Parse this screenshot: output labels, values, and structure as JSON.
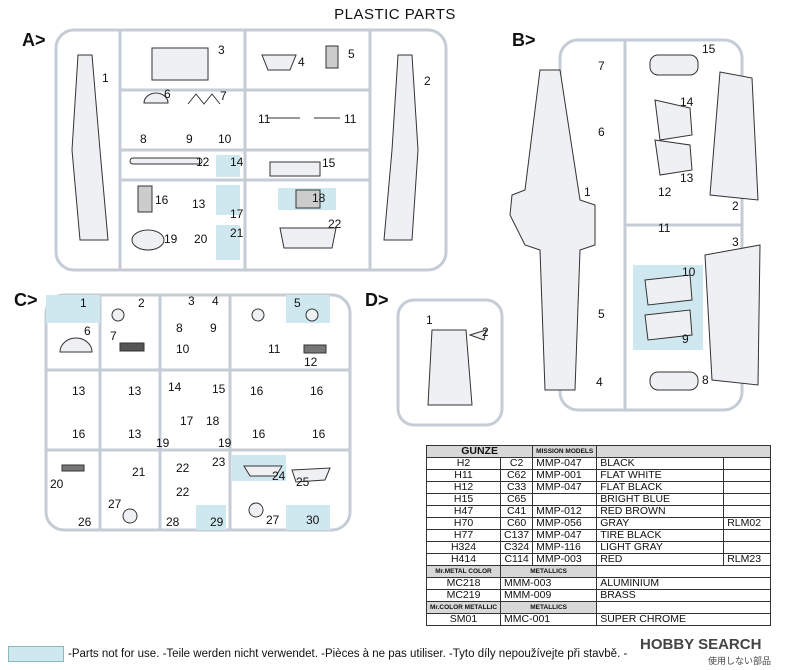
{
  "title": "PLASTIC PARTS",
  "sections": {
    "a": "A>",
    "b": "B>",
    "c": "C>",
    "d": "D>"
  },
  "sprue_a_labels": [
    "1",
    "3",
    "4",
    "5",
    "2",
    "6",
    "7",
    "11",
    "11",
    "8",
    "9",
    "10",
    "12",
    "14",
    "15",
    "16",
    "13",
    "17",
    "18",
    "19",
    "20",
    "21",
    "22"
  ],
  "sprue_b_labels": [
    "7",
    "15",
    "14",
    "6",
    "13",
    "1",
    "12",
    "2",
    "11",
    "3",
    "10",
    "5",
    "9",
    "4",
    "8"
  ],
  "sprue_c_labels": [
    "1",
    "2",
    "3",
    "4",
    "5",
    "6",
    "7",
    "8",
    "9",
    "10",
    "11",
    "12",
    "13",
    "13",
    "13",
    "14",
    "15",
    "16",
    "16",
    "17",
    "18",
    "19",
    "19",
    "16",
    "16",
    "16",
    "20",
    "21",
    "22",
    "23",
    "24",
    "25",
    "22",
    "27",
    "26",
    "28",
    "29",
    "27",
    "30"
  ],
  "sprue_d_labels": [
    "1",
    "2"
  ],
  "paint_table": {
    "headers": [
      "GUNZE",
      "MISSION MODELS"
    ],
    "rows": [
      [
        "H2",
        "C2",
        "MMP-047",
        "BLACK",
        ""
      ],
      [
        "H11",
        "C62",
        "MMP-001",
        "FLAT WHITE",
        ""
      ],
      [
        "H12",
        "C33",
        "MMP-047",
        "FLAT BLACK",
        ""
      ],
      [
        "H15",
        "C65",
        "",
        "BRIGHT BLUE",
        ""
      ],
      [
        "H47",
        "C41",
        "MMP-012",
        "RED BROWN",
        ""
      ],
      [
        "H70",
        "C60",
        "MMP-056",
        "GRAY",
        "RLM02"
      ],
      [
        "H77",
        "C137",
        "MMP-047",
        "TIRE BLACK",
        ""
      ],
      [
        "H324",
        "C324",
        "MMP-116",
        "LIGHT GRAY",
        ""
      ],
      [
        "H414",
        "C114",
        "MMP-003",
        "RED",
        "RLM23"
      ]
    ],
    "metal_header": [
      "Mr.METAL COLOR",
      "METALLICS"
    ],
    "metal_rows": [
      [
        "MC218",
        "MMM-003",
        "ALUMINIUM"
      ],
      [
        "MC219",
        "MMM-009",
        "BRASS"
      ]
    ],
    "mrcolor_header": [
      "Mr.COLOR METALLIC",
      "METALLICS"
    ],
    "mrcolor_rows": [
      [
        "SM01",
        "MMC-001",
        "SUPER CHROME"
      ]
    ]
  },
  "legend": "-Parts not for use. -Teile werden nicht verwendet. -Pièces à ne pas utiliser. -Tyto díly nepoužívejte při stavbě. -",
  "watermark": "HOBBY SEARCH",
  "watermark_sub": "使用しない部品",
  "colors": {
    "unused": "#cfe8f0",
    "sprue": "#c5ccd6"
  }
}
